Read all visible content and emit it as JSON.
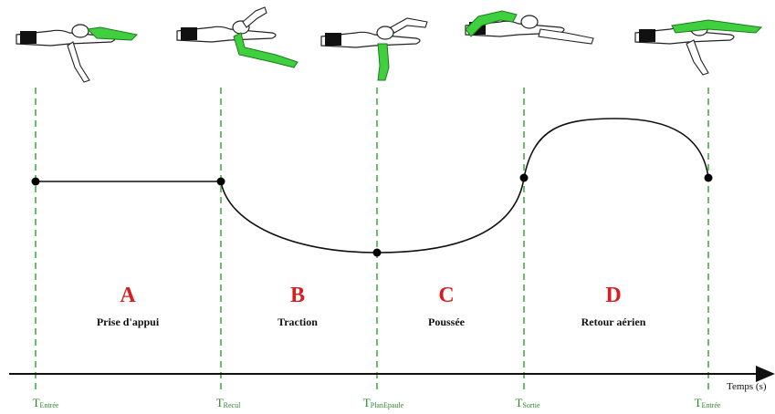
{
  "axis": {
    "label": "Temps (s)"
  },
  "instants": [
    {
      "main": "T",
      "sub": "Entrée"
    },
    {
      "main": "T",
      "sub": "Recul"
    },
    {
      "main": "T",
      "sub": "PlanEpaule"
    },
    {
      "main": "T",
      "sub": "Sortie"
    },
    {
      "main": "T",
      "sub": "Entrée"
    }
  ],
  "phases": [
    {
      "letter": "A",
      "name": "Prise d'appui"
    },
    {
      "letter": "B",
      "name": "Traction"
    },
    {
      "letter": "C",
      "name": "Poussée"
    },
    {
      "letter": "D",
      "name": "Retour aérien"
    }
  ],
  "colors": {
    "phase_letter": "#d42020",
    "instant_line": "#2aa02a",
    "arm_highlight": "#3fcf3f",
    "curve": "#111111"
  }
}
